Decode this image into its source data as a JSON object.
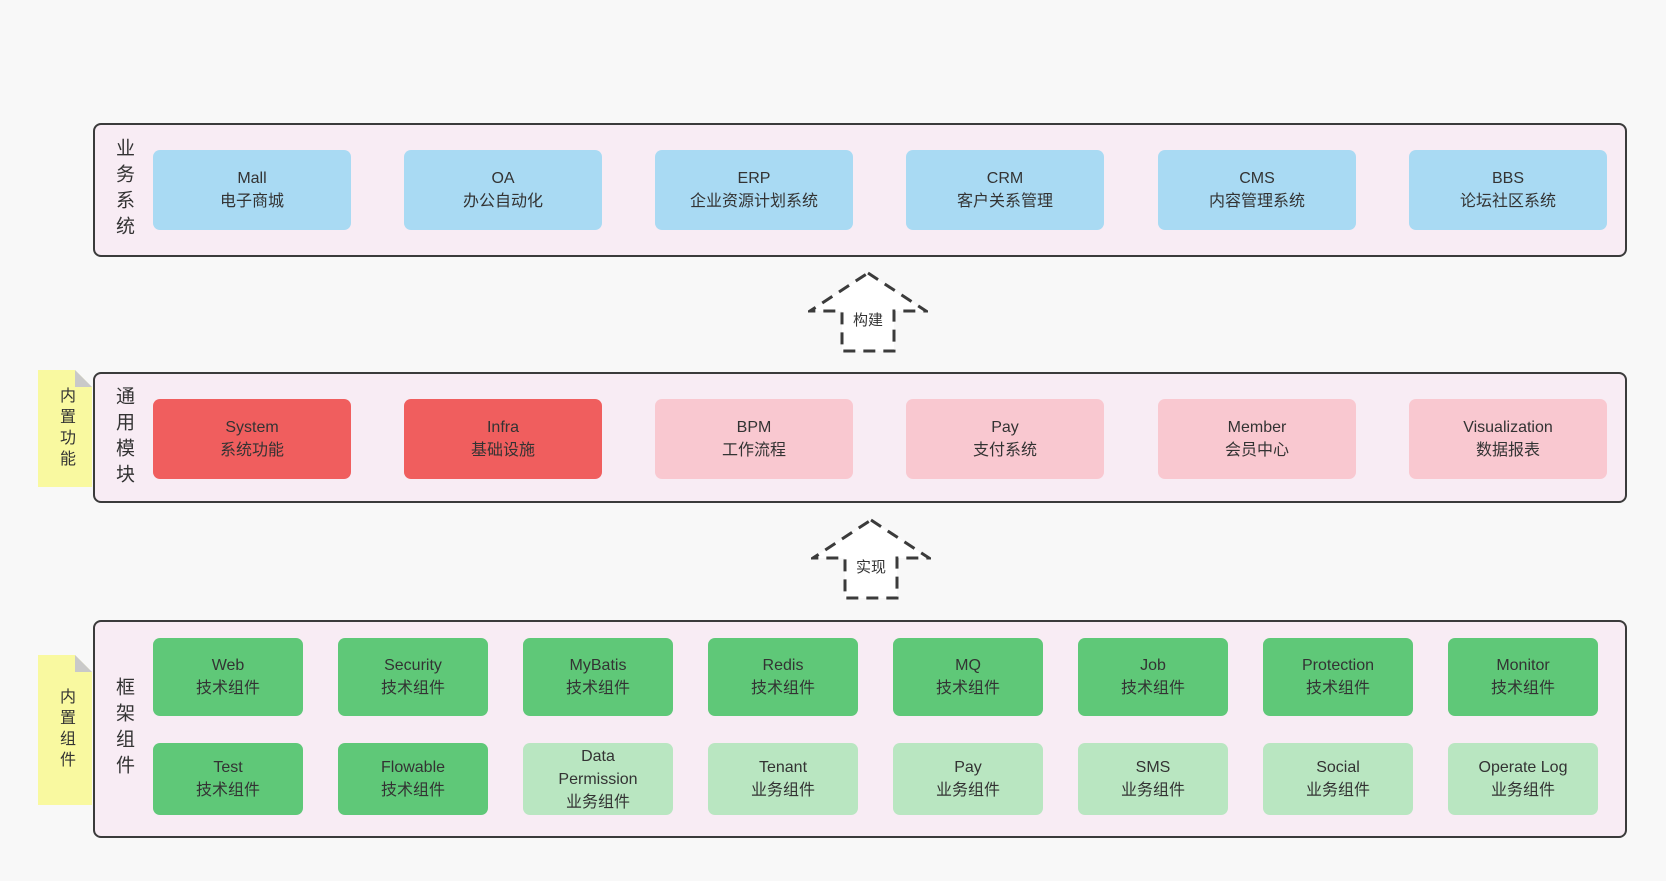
{
  "colors": {
    "page_bg": "#f8f8f8",
    "layer_bg": "#f8ecf4",
    "layer_border": "#3b3b3b",
    "system_box": "#a9daf3",
    "core_module_box": "#f05e5e",
    "module_box": "#f9c8d0",
    "tech_component_box": "#5fc878",
    "biz_component_box": "#b9e6c1",
    "sticky_note": "#f9f9a0",
    "note_fold": "#c9c9c9",
    "text": "#333333"
  },
  "layers": {
    "business": {
      "label": "业务系统",
      "boxes": [
        {
          "name": "Mall",
          "desc": "电子商城"
        },
        {
          "name": "OA",
          "desc": "办公自动化"
        },
        {
          "name": "ERP",
          "desc": "企业资源计划系统"
        },
        {
          "name": "CRM",
          "desc": "客户关系管理"
        },
        {
          "name": "CMS",
          "desc": "内容管理系统"
        },
        {
          "name": "BBS",
          "desc": "论坛社区系统"
        }
      ]
    },
    "modules": {
      "label": "通用模块",
      "note": "内置功能",
      "boxes": [
        {
          "name": "System",
          "desc": "系统功能",
          "variant": "red"
        },
        {
          "name": "Infra",
          "desc": "基础设施",
          "variant": "red"
        },
        {
          "name": "BPM",
          "desc": "工作流程",
          "variant": "pink"
        },
        {
          "name": "Pay",
          "desc": "支付系统",
          "variant": "pink"
        },
        {
          "name": "Member",
          "desc": "会员中心",
          "variant": "pink"
        },
        {
          "name": "Visualization",
          "desc": "数据报表",
          "variant": "pink"
        }
      ]
    },
    "components": {
      "label": "框架组件",
      "note": "内置组件",
      "row1": [
        {
          "name": "Web",
          "desc": "技术组件",
          "variant": "green"
        },
        {
          "name": "Security",
          "desc": "技术组件",
          "variant": "green"
        },
        {
          "name": "MyBatis",
          "desc": "技术组件",
          "variant": "green"
        },
        {
          "name": "Redis",
          "desc": "技术组件",
          "variant": "green"
        },
        {
          "name": "MQ",
          "desc": "技术组件",
          "variant": "green"
        },
        {
          "name": "Job",
          "desc": "技术组件",
          "variant": "green"
        },
        {
          "name": "Protection",
          "desc": "技术组件",
          "variant": "green"
        },
        {
          "name": "Monitor",
          "desc": "技术组件",
          "variant": "green"
        }
      ],
      "row2": [
        {
          "name": "Test",
          "desc": "技术组件",
          "variant": "green"
        },
        {
          "name": "Flowable",
          "desc": "技术组件",
          "variant": "green"
        },
        {
          "name": "Data Permission",
          "desc": "业务组件",
          "variant": "lightgreen"
        },
        {
          "name": "Tenant",
          "desc": "业务组件",
          "variant": "lightgreen"
        },
        {
          "name": "Pay",
          "desc": "业务组件",
          "variant": "lightgreen"
        },
        {
          "name": "SMS",
          "desc": "业务组件",
          "variant": "lightgreen"
        },
        {
          "name": "Social",
          "desc": "业务组件",
          "variant": "lightgreen"
        },
        {
          "name": "Operate Log",
          "desc": "业务组件",
          "variant": "lightgreen"
        }
      ]
    }
  },
  "arrows": {
    "build": "构建",
    "implement": "实现"
  }
}
